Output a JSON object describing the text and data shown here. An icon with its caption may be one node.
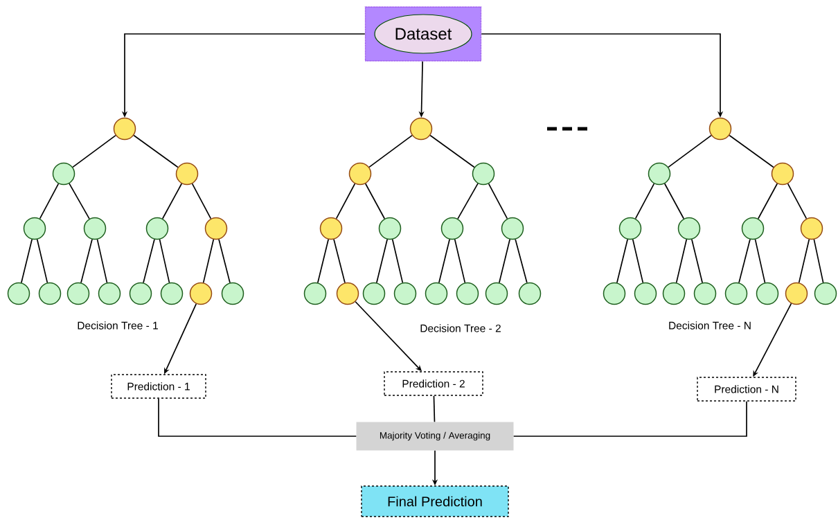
{
  "diagram": {
    "nodes": [
      {
        "text": [],
        "shape": "box"
      },
      {
        "text": [
          "Dataset"
        ],
        "in": 0
      },
      {
        "text": [],
        "shape": "circle"
      },
      {
        "text": [],
        "shape": "circle"
      },
      {
        "text": [],
        "shape": "circle"
      },
      {
        "text": [],
        "shape": "circle"
      },
      {
        "text": [],
        "shape": "circle"
      },
      {
        "text": [],
        "shape": "circle"
      },
      {
        "text": [],
        "shape": "circle"
      },
      {
        "text": [],
        "shape": "circle"
      },
      {
        "text": [],
        "shape": "circle"
      },
      {
        "text": [],
        "shape": "circle"
      },
      {
        "text": [],
        "shape": "circle"
      },
      {
        "text": [],
        "shape": "circle"
      },
      {
        "text": [],
        "shape": "circle"
      },
      {
        "text": [],
        "shape": "circle"
      },
      {
        "text": [],
        "shape": "circle"
      },
      {
        "text": [],
        "shape": "circle"
      },
      {
        "text": [],
        "shape": "circle"
      },
      {
        "text": [],
        "shape": "circle"
      },
      {
        "text": [],
        "shape": "circle"
      },
      {
        "text": [],
        "shape": "circle"
      },
      {
        "text": [],
        "shape": "circle"
      },
      {
        "text": [],
        "shape": "circle"
      },
      {
        "text": [],
        "shape": "circle"
      },
      {
        "text": [],
        "shape": "circle"
      },
      {
        "text": [],
        "shape": "circle"
      },
      {
        "text": [],
        "shape": "circle"
      },
      {
        "text": [],
        "shape": "circle"
      },
      {
        "text": [],
        "shape": "circle"
      },
      {
        "text": [],
        "shape": "circle"
      },
      {
        "text": [],
        "shape": "circle"
      },
      {
        "text": [],
        "shape": "circle"
      },
      {
        "text": [],
        "shape": "circle"
      },
      {
        "text": [],
        "shape": "circle"
      },
      {
        "text": [],
        "shape": "circle"
      },
      {
        "text": [],
        "shape": "circle"
      },
      {
        "text": [],
        "shape": "circle"
      },
      {
        "text": [],
        "shape": "circle"
      },
      {
        "text": [],
        "shape": "circle"
      },
      {
        "text": [],
        "shape": "circle"
      },
      {
        "text": [],
        "shape": "circle"
      },
      {
        "text": [],
        "shape": "circle"
      },
      {
        "text": [],
        "shape": "circle"
      },
      {
        "text": [],
        "shape": "circle"
      },
      {
        "text": [],
        "shape": "circle"
      },
      {
        "text": [],
        "shape": "circle"
      },
      {
        "text": [
          "Prediction - 1"
        ]
      },
      {
        "text": [
          "Prediction - 2"
        ]
      },
      {
        "text": [
          "Prediction - N"
        ]
      },
      {
        "text": [
          "Majority Voting / Averaging"
        ]
      },
      {
        "text": [
          "Final Prediction"
        ]
      }
    ],
    "edges": [
      {
        "from": 0,
        "to": 2,
        "arrow": "to"
      },
      {
        "from": 0,
        "to": 17,
        "arrow": "to"
      },
      {
        "from": 0,
        "to": 32,
        "arrow": "to"
      },
      {
        "from": 2,
        "to": 3,
        "arrow": "none"
      },
      {
        "from": 2,
        "to": 4,
        "arrow": "none"
      },
      {
        "from": 3,
        "to": 5,
        "arrow": "none"
      },
      {
        "from": 3,
        "to": 6,
        "arrow": "none"
      },
      {
        "from": 4,
        "to": 7,
        "arrow": "none"
      },
      {
        "from": 4,
        "to": 8,
        "arrow": "none"
      },
      {
        "from": 5,
        "to": 9,
        "arrow": "none"
      },
      {
        "from": 5,
        "to": 10,
        "arrow": "none"
      },
      {
        "from": 6,
        "to": 11,
        "arrow": "none"
      },
      {
        "from": 6,
        "to": 12,
        "arrow": "none"
      },
      {
        "from": 7,
        "to": 13,
        "arrow": "none"
      },
      {
        "from": 7,
        "to": 14,
        "arrow": "none"
      },
      {
        "from": 8,
        "to": 15,
        "arrow": "none"
      },
      {
        "from": 8,
        "to": 16,
        "arrow": "none"
      },
      {
        "from": 17,
        "to": 18,
        "arrow": "none"
      },
      {
        "from": 17,
        "to": 19,
        "arrow": "none"
      },
      {
        "from": 18,
        "to": 20,
        "arrow": "none"
      },
      {
        "from": 18,
        "to": 21,
        "arrow": "none"
      },
      {
        "from": 19,
        "to": 22,
        "arrow": "none"
      },
      {
        "from": 19,
        "to": 23,
        "arrow": "none"
      },
      {
        "from": 20,
        "to": 24,
        "arrow": "none"
      },
      {
        "from": 20,
        "to": 25,
        "arrow": "none"
      },
      {
        "from": 21,
        "to": 26,
        "arrow": "none"
      },
      {
        "from": 21,
        "to": 27,
        "arrow": "none"
      },
      {
        "from": 22,
        "to": 28,
        "arrow": "none"
      },
      {
        "from": 22,
        "to": 29,
        "arrow": "none"
      },
      {
        "from": 23,
        "to": 30,
        "arrow": "none"
      },
      {
        "from": 23,
        "to": 31,
        "arrow": "none"
      },
      {
        "from": 32,
        "to": 33,
        "arrow": "none"
      },
      {
        "from": 32,
        "to": 34,
        "arrow": "none"
      },
      {
        "from": 33,
        "to": 35,
        "arrow": "none"
      },
      {
        "from": 33,
        "to": 36,
        "arrow": "none"
      },
      {
        "from": 34,
        "to": 37,
        "arrow": "none"
      },
      {
        "from": 34,
        "to": 38,
        "arrow": "none"
      },
      {
        "from": 35,
        "to": 39,
        "arrow": "none"
      },
      {
        "from": 35,
        "to": 40,
        "arrow": "none"
      },
      {
        "from": 36,
        "to": 41,
        "arrow": "none"
      },
      {
        "from": 36,
        "to": 42,
        "arrow": "none"
      },
      {
        "from": 37,
        "to": 43,
        "arrow": "none"
      },
      {
        "from": 37,
        "to": 44,
        "arrow": "none"
      },
      {
        "from": 38,
        "to": 45,
        "arrow": "none"
      },
      {
        "from": 38,
        "to": 46,
        "arrow": "none"
      },
      {
        "from": 15,
        "to": 47,
        "arrow": "to"
      },
      {
        "from": 25,
        "to": 48,
        "arrow": "to"
      },
      {
        "from": 45,
        "to": 49,
        "arrow": "to"
      },
      {
        "from": 47,
        "to": 50,
        "arrow": "none"
      },
      {
        "from": 48,
        "to": 50,
        "arrow": "none"
      },
      {
        "from": 49,
        "to": 50,
        "arrow": "none"
      },
      {
        "from": 50,
        "to": 51,
        "arrow": "to"
      }
    ],
    "labels": [
      "Decision Tree - 1",
      "Decision Tree - 2",
      "Decision Tree - N"
    ]
  }
}
